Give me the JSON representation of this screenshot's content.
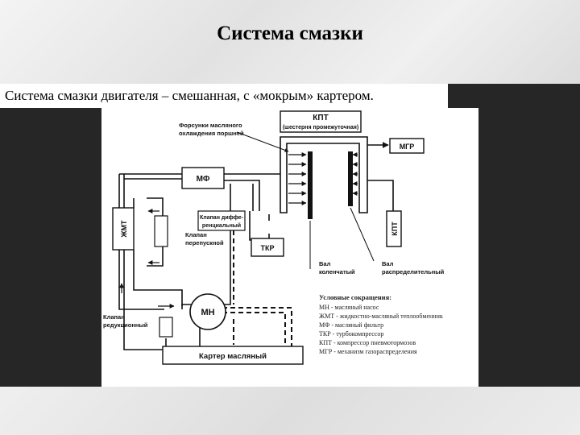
{
  "slide": {
    "title": "Система смазки",
    "subtitle": "Система смазки двигателя – смешанная, с «мокрым» картером."
  },
  "diagram": {
    "kpt_top": "КПТ",
    "kpt_top_sub": "(шестерня промежуточная)",
    "mgr": "МГР",
    "kpt_right": "КПТ",
    "mf": "МФ",
    "zhmt": "ЖМТ",
    "tkr": "ТКР",
    "mn": "МН",
    "karter": "Картер масляный",
    "nozzles_line1": "Форсунки масляного",
    "nozzles_line2": "охлаждения поршней",
    "diff_valve_line1": "Клапан диффе-",
    "diff_valve_line2": "ренциальный",
    "bypass_valve_line1": "Клапан",
    "bypass_valve_line2": "перепускной",
    "reduction_valve_line1": "Клапан",
    "reduction_valve_line2": "редукционный",
    "crankshaft_line1": "Вал",
    "crankshaft_line2": "коленчатый",
    "camshaft_line1": "Вал",
    "camshaft_line2": "распределительный"
  },
  "legend": {
    "title": "Условные сокращения:",
    "items": [
      "МН - масляный насос",
      "ЖМТ - жидкостно-масляный теплообменник",
      "МФ - масляный фильтр",
      "ТКР - турбокомпрессор",
      "КПТ - компрессор пневмотормозов",
      "МГР - механизм газораспределения"
    ]
  }
}
